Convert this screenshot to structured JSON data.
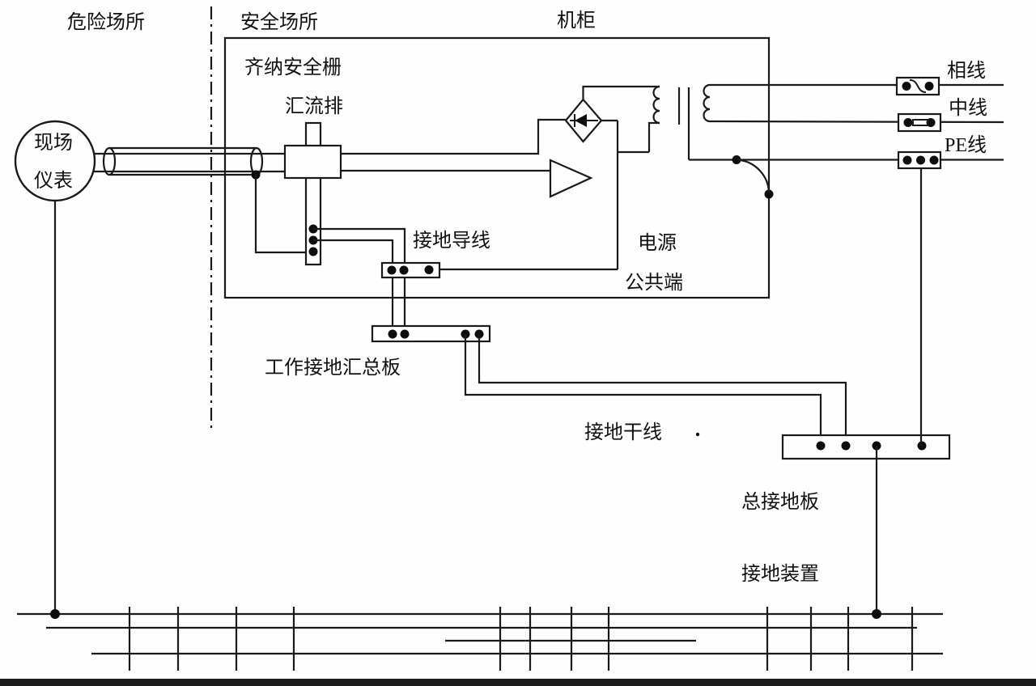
{
  "diagram": {
    "type": "schematic",
    "title_implied": "齐纳安全栅接地系统图",
    "line_color": "#1a1a1a",
    "background": "#fefefe",
    "bottom_bar_color": "#1c1c1c"
  },
  "labels": {
    "hazardous_area": "危险场所",
    "safe_area": "安全场所",
    "cabinet": "机柜",
    "zener_barrier": "齐纳安全栅",
    "busbar": "汇流排",
    "field_instrument_line1": "现场",
    "field_instrument_line2": "仪表",
    "grounding_conductor": "接地导线",
    "power_supply": "电源",
    "common_terminal": "公共端",
    "phase_line": "相线",
    "neutral_line": "中线",
    "pe_line": "PE线",
    "working_ground_board": "工作接地汇总板",
    "grounding_trunk": "接地干线",
    "main_ground_board": "总接地板",
    "grounding_device": "接地装置"
  },
  "icons": {
    "field_instrument_circle": "instrument-circle-icon",
    "rectifier_bridge": "diode-bridge-icon",
    "amplifier": "amplifier-triangle-icon",
    "transformer": "transformer-coils-icon",
    "fuse": "fuse-link-icon"
  }
}
